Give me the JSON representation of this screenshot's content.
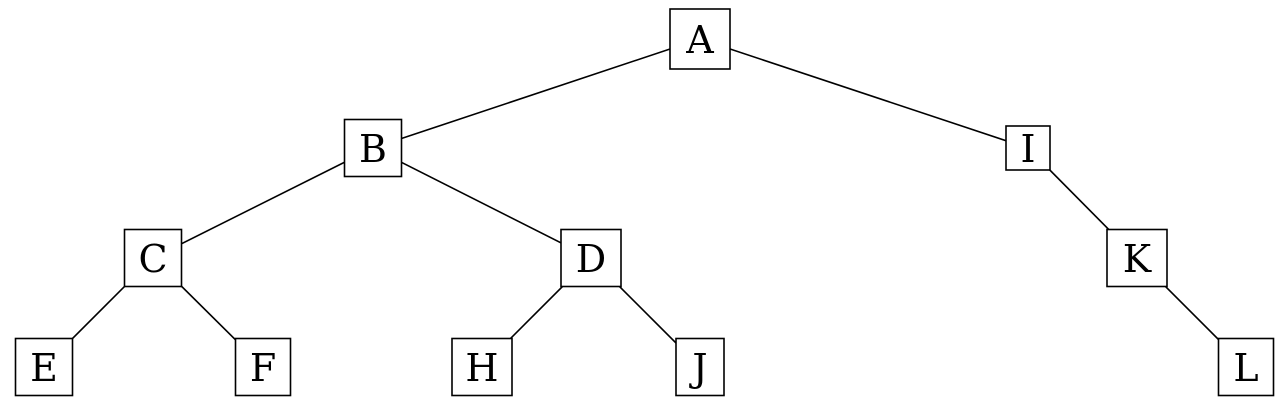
{
  "tree": {
    "nodes": [
      {
        "id": "A",
        "label": "A"
      },
      {
        "id": "B",
        "label": "B"
      },
      {
        "id": "C",
        "label": "C"
      },
      {
        "id": "D",
        "label": "D"
      },
      {
        "id": "E",
        "label": "E"
      },
      {
        "id": "F",
        "label": "F"
      },
      {
        "id": "H",
        "label": "H"
      },
      {
        "id": "J",
        "label": "J"
      },
      {
        "id": "I",
        "label": "I"
      },
      {
        "id": "K",
        "label": "K"
      },
      {
        "id": "L",
        "label": "L"
      }
    ],
    "edges": [
      {
        "from": "A",
        "to": "B"
      },
      {
        "from": "A",
        "to": "I"
      },
      {
        "from": "B",
        "to": "C"
      },
      {
        "from": "B",
        "to": "D"
      },
      {
        "from": "C",
        "to": "E"
      },
      {
        "from": "C",
        "to": "F"
      },
      {
        "from": "D",
        "to": "H"
      },
      {
        "from": "D",
        "to": "J"
      },
      {
        "from": "I",
        "to": "K"
      },
      {
        "from": "K",
        "to": "L"
      }
    ]
  }
}
